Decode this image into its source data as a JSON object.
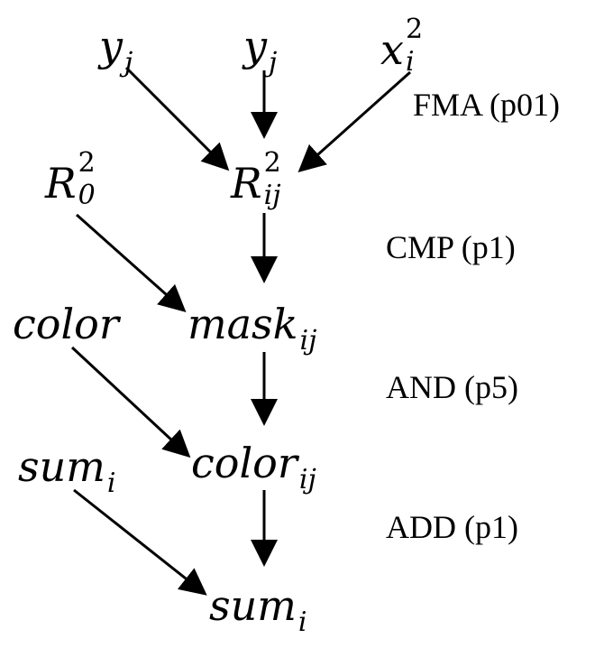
{
  "nodes": {
    "y_j_left": {
      "base": "y",
      "sub": "j"
    },
    "y_j_mid": {
      "base": "y",
      "sub": "j"
    },
    "x_i_sq": {
      "base": "x",
      "sub": "i",
      "sup": "2"
    },
    "R0_sq": {
      "base": "R",
      "sub": "0",
      "sup": "2"
    },
    "Rij_sq": {
      "base": "R",
      "sub": "ij",
      "sup": "2"
    },
    "color_in": {
      "base": "color"
    },
    "mask_ij": {
      "base": "mask",
      "sub": "ij"
    },
    "sum_in": {
      "base": "sum",
      "sub": "i"
    },
    "color_ij": {
      "base": "color",
      "sub": "ij"
    },
    "sum_out": {
      "base": "sum",
      "sub": "i"
    }
  },
  "operations": {
    "fma": "FMA (p01)",
    "cmp": "CMP (p1)",
    "and": "AND (p5)",
    "add": "ADD (p1)"
  }
}
